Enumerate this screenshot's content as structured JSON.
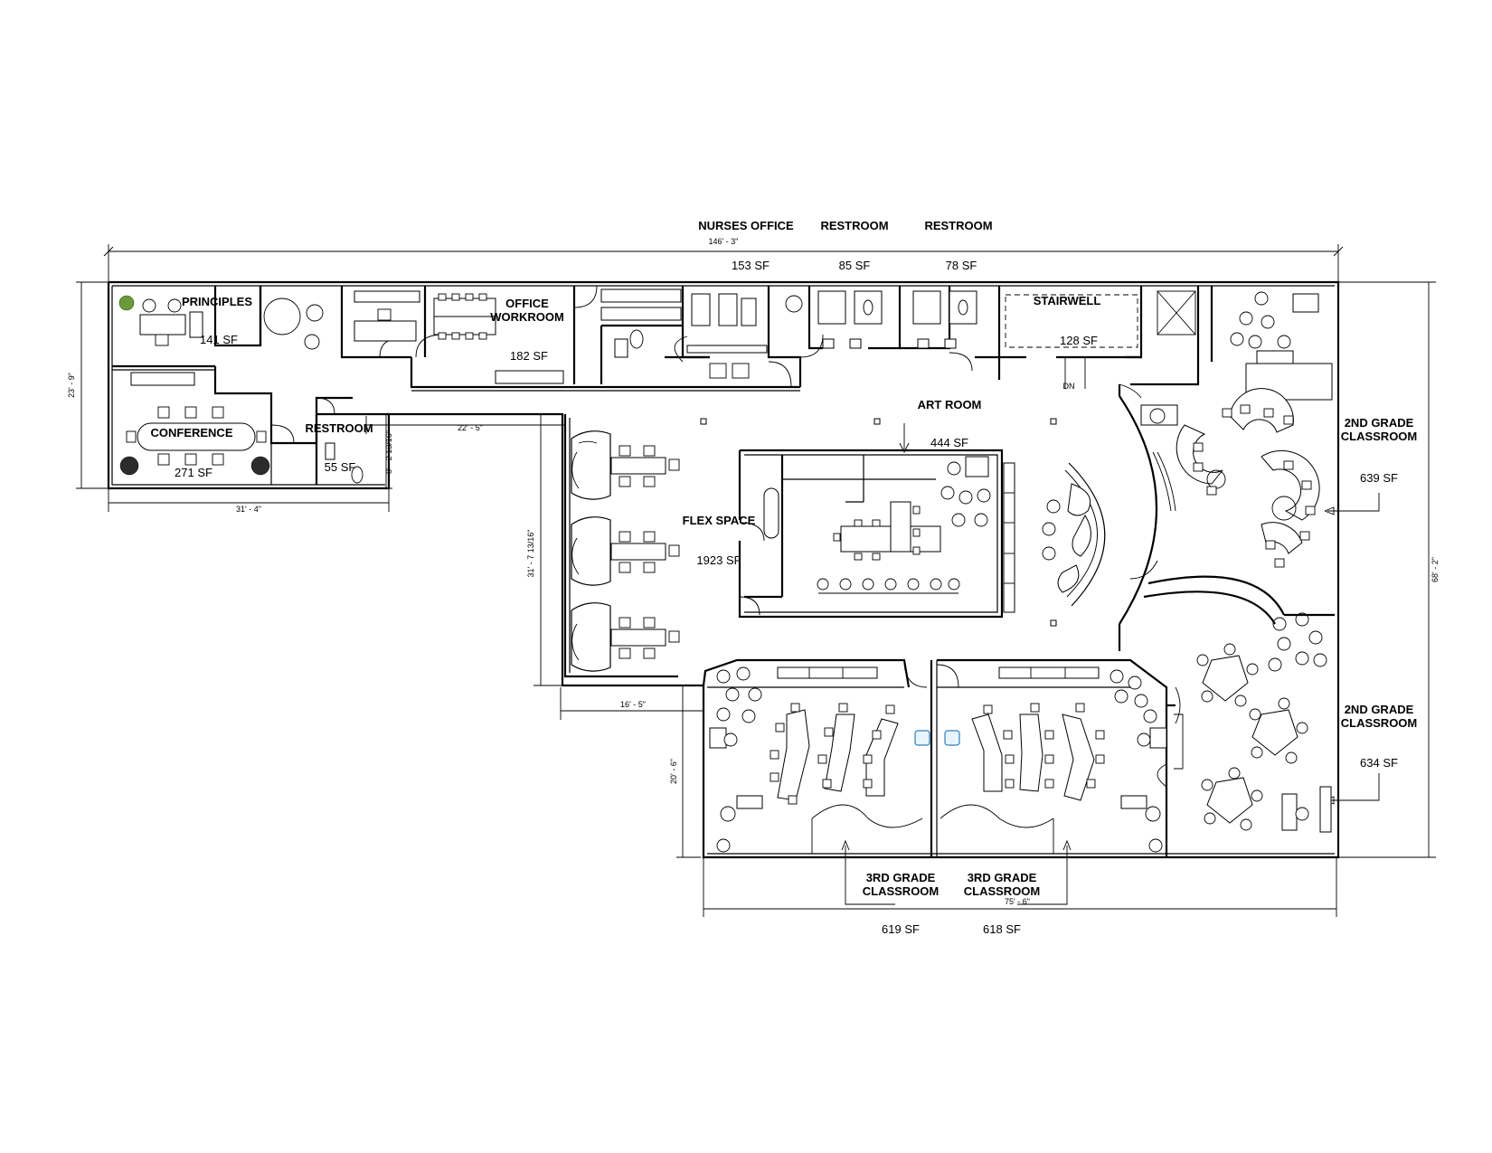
{
  "labels": {
    "nurses_office": "NURSES OFFICE",
    "restroom_a": "RESTROOM",
    "restroom_b": "RESTROOM",
    "principles": "PRINCIPLES",
    "office_workroom_1": "OFFICE",
    "office_workroom_2": "WORKROOM",
    "stairwell": "STAIRWELL",
    "conference": "CONFERENCE",
    "restroom_small": "RESTROOM",
    "art_room": "ART ROOM",
    "flex_space": "FLEX SPACE",
    "grade2_a_1": "2ND GRADE",
    "grade2_a_2": "CLASSROOM",
    "grade2_b_1": "2ND GRADE",
    "grade2_b_2": "CLASSROOM",
    "grade3_a_1": "3RD GRADE",
    "grade3_a_2": "CLASSROOM",
    "grade3_b_1": "3RD GRADE",
    "grade3_b_2": "CLASSROOM",
    "dn": "DN"
  },
  "areas": {
    "nurses": "153 SF",
    "restroom_a": "85 SF",
    "restroom_b": "78 SF",
    "principles": "141 SF",
    "workroom": "182 SF",
    "stairwell": "128 SF",
    "conference": "271 SF",
    "restroom_small": "55 SF",
    "art_room": "444 SF",
    "flex_space": "1923 SF",
    "grade2_a": "639 SF",
    "grade2_b": "634 SF",
    "grade3_a": "619 SF",
    "grade3_b": "618 SF"
  },
  "dimensions": {
    "overall_width": "146' - 3\"",
    "left_height": "23' - 9\"",
    "left_width": "31' - 4\"",
    "corridor_width": "22' - 5\"",
    "restroom_height": "8' - 2 13/16\"",
    "flex_height": "31' - 7 13/16\"",
    "flex_width": "16' - 5\"",
    "classroom_height": "20' - 6\"",
    "right_height": "68' - 2\"",
    "bottom_width": "75' - 6\""
  },
  "colors": {
    "wall": "#000000",
    "accent_chair": "#2f7fb8",
    "plant": "#6a9a3a"
  }
}
